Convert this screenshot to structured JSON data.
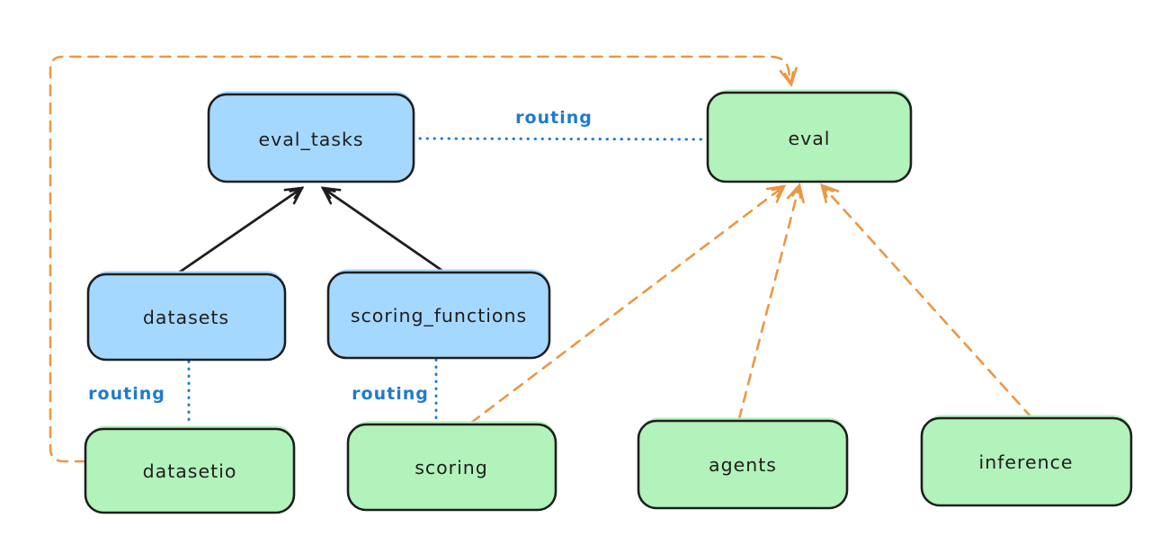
{
  "diagram": {
    "colors": {
      "background": "#ffffff",
      "ink": "#1e1e1e",
      "blue_fill": "#a5d8ff",
      "green_fill": "#b2f2bb",
      "routing_blue": "#1f7ad1",
      "orange": "#eb9743"
    },
    "nodes": {
      "eval_tasks": {
        "label": "eval_tasks",
        "color": "blue"
      },
      "eval": {
        "label": "eval",
        "color": "green"
      },
      "datasets": {
        "label": "datasets",
        "color": "blue"
      },
      "scoring_functions": {
        "label": "scoring_functions",
        "color": "blue"
      },
      "datasetio": {
        "label": "datasetio",
        "color": "green"
      },
      "scoring": {
        "label": "scoring",
        "color": "green"
      },
      "agents": {
        "label": "agents",
        "color": "green"
      },
      "inference": {
        "label": "inference",
        "color": "green"
      }
    },
    "edges": [
      {
        "from": "datasets",
        "to": "eval_tasks",
        "style": "solid",
        "color": "black",
        "label": ""
      },
      {
        "from": "scoring_functions",
        "to": "eval_tasks",
        "style": "solid",
        "color": "black",
        "label": ""
      },
      {
        "from": "eval_tasks",
        "to": "eval",
        "style": "dotted",
        "color": "blue",
        "label": "routing"
      },
      {
        "from": "datasets",
        "to": "datasetio",
        "style": "dotted",
        "color": "blue",
        "label": "routing"
      },
      {
        "from": "scoring_functions",
        "to": "scoring",
        "style": "dotted",
        "color": "blue",
        "label": "routing"
      },
      {
        "from": "datasetio",
        "to": "eval",
        "style": "dashed",
        "color": "orange",
        "label": ""
      },
      {
        "from": "scoring",
        "to": "eval",
        "style": "dashed",
        "color": "orange",
        "label": ""
      },
      {
        "from": "agents",
        "to": "eval",
        "style": "dashed",
        "color": "orange",
        "label": ""
      },
      {
        "from": "inference",
        "to": "eval",
        "style": "dashed",
        "color": "orange",
        "label": ""
      }
    ]
  }
}
